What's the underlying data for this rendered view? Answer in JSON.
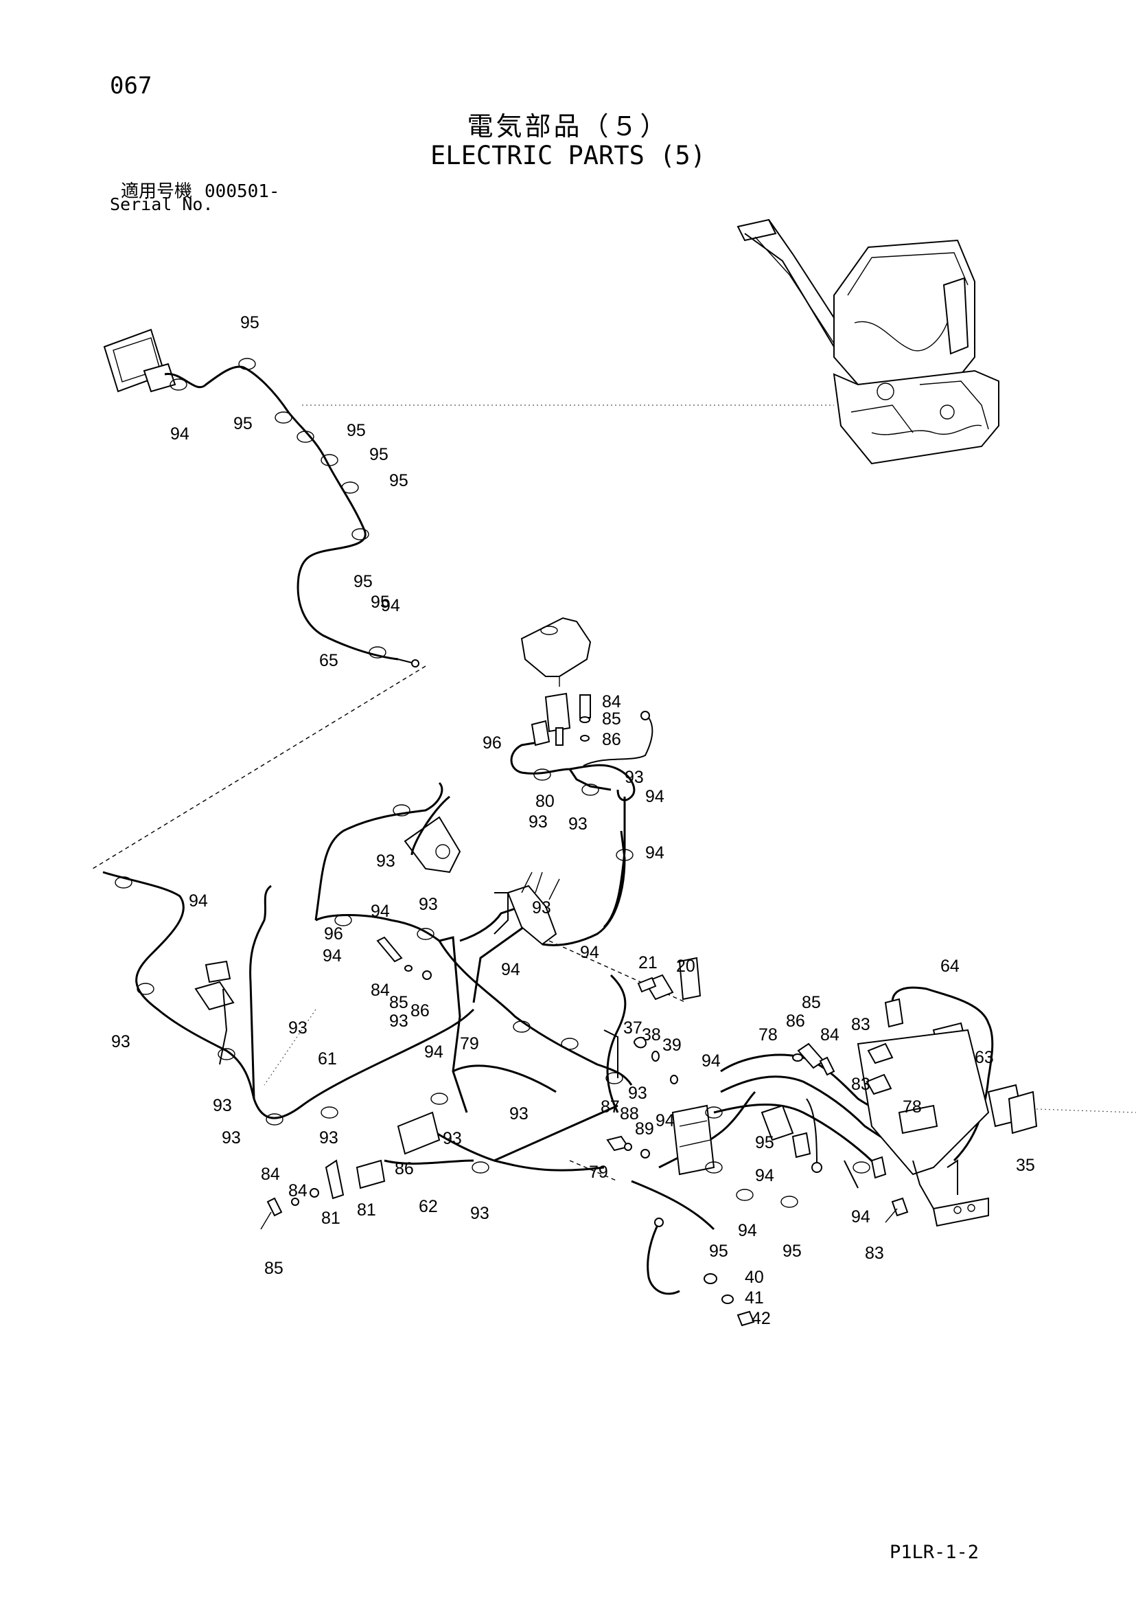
{
  "header": {
    "page_number": "067",
    "title_jp": "電気部品（５）",
    "title_en": "ELECTRIC PARTS (5)",
    "serial_label_jp": "適用号機",
    "serial_value": "000501-",
    "serial_label_en": "Serial No."
  },
  "footer": {
    "page_code": "P1LR-1-2"
  },
  "callouts": [
    "95",
    "94",
    "95",
    "95",
    "95",
    "95",
    "95",
    "95",
    "94",
    "65",
    "84",
    "85",
    "86",
    "96",
    "93",
    "94",
    "80",
    "93",
    "93",
    "94",
    "93",
    "94",
    "94",
    "93",
    "93",
    "96",
    "94",
    "94",
    "94",
    "20",
    "21",
    "93",
    "84",
    "85",
    "86",
    "79",
    "93",
    "93",
    "61",
    "94",
    "93",
    "93",
    "93",
    "93",
    "93",
    "93",
    "84",
    "85",
    "86",
    "84",
    "81",
    "81",
    "62",
    "93",
    "37",
    "38",
    "39",
    "87",
    "88",
    "89",
    "79",
    "94",
    "94",
    "94",
    "95",
    "95",
    "94",
    "95",
    "40",
    "41",
    "42",
    "78",
    "86",
    "85",
    "84",
    "83",
    "83",
    "64",
    "63",
    "78",
    "35",
    "94",
    "83"
  ]
}
